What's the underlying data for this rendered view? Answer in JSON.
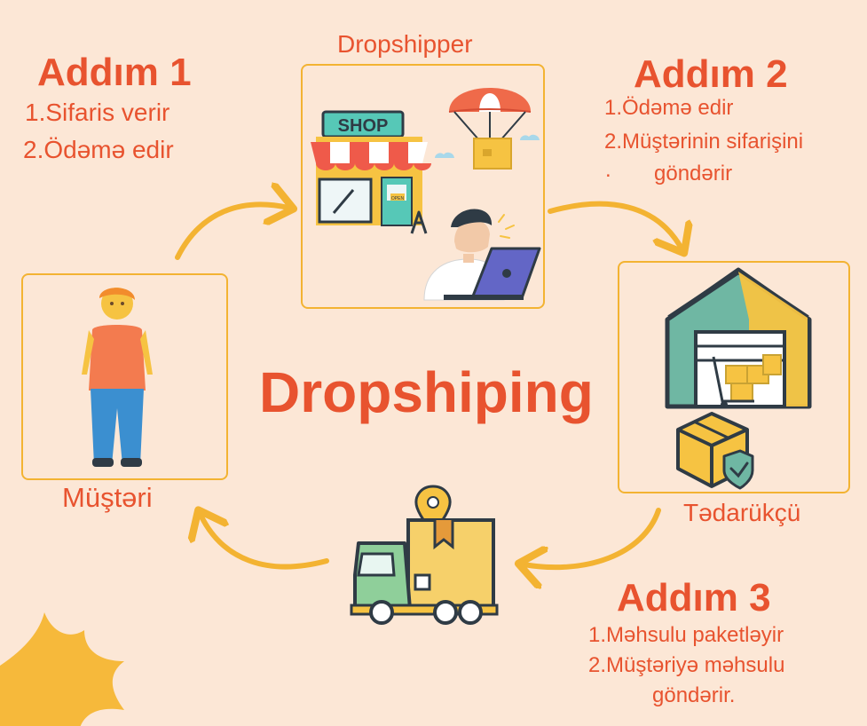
{
  "diagram": {
    "title": "Dropshiping",
    "roles": {
      "dropshipper": "Dropshipper",
      "customer": "Müştəri",
      "supplier": "Tədarükçü"
    },
    "steps": [
      {
        "title": "Addım 1",
        "lines": [
          "1.Sifaris verir",
          "2.Ödəmə edir"
        ]
      },
      {
        "title": "Addım 2",
        "lines": [
          "1.Ödəmə edir",
          "2.Müştərinin sifarişini",
          ".",
          "göndərir"
        ]
      },
      {
        "title": "Addım 3",
        "lines": [
          "1.Məhsulu paketləyir",
          "2.Müştəriyə məhsulu",
          "göndərir."
        ]
      }
    ],
    "shop_sign": "SHOP",
    "door_sign": "OPEN"
  },
  "colors": {
    "background": "#fce7d6",
    "accent_text": "#e8532f",
    "box_border": "#f3b332",
    "arrow": "#f3b332"
  },
  "icons": [
    "person-icon",
    "shop-icon",
    "parachute-box-icon",
    "laptop-person-icon",
    "warehouse-icon",
    "shield-box-icon",
    "delivery-truck-icon",
    "leaf-icon"
  ]
}
